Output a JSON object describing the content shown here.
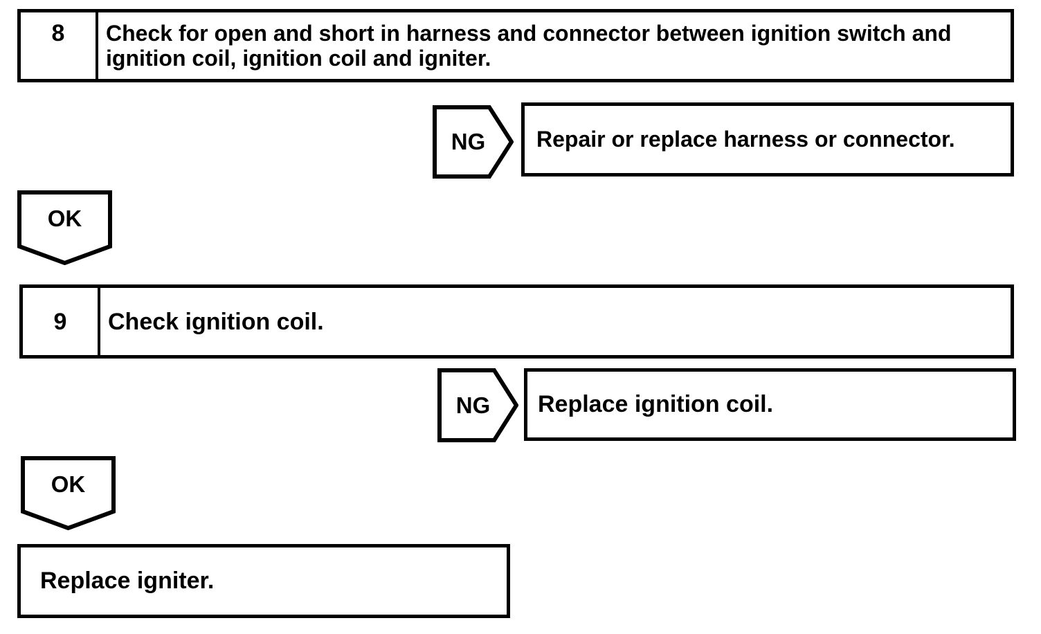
{
  "page": {
    "background_color": "#ffffff",
    "ink_color": "#000000"
  },
  "flowchart": {
    "steps": [
      {
        "number": "8",
        "text": "Check for open and short in harness and connector between ignition switch and ignition coil, ignition coil and igniter."
      },
      {
        "number": "9",
        "text": "Check ignition coil."
      }
    ],
    "branches": [
      {
        "label": "NG",
        "result": "Repair or replace harness or connector."
      },
      {
        "label": "NG",
        "result": "Replace ignition coil."
      }
    ],
    "ok_labels": [
      "OK",
      "OK"
    ],
    "final": {
      "text": "Replace igniter."
    }
  }
}
